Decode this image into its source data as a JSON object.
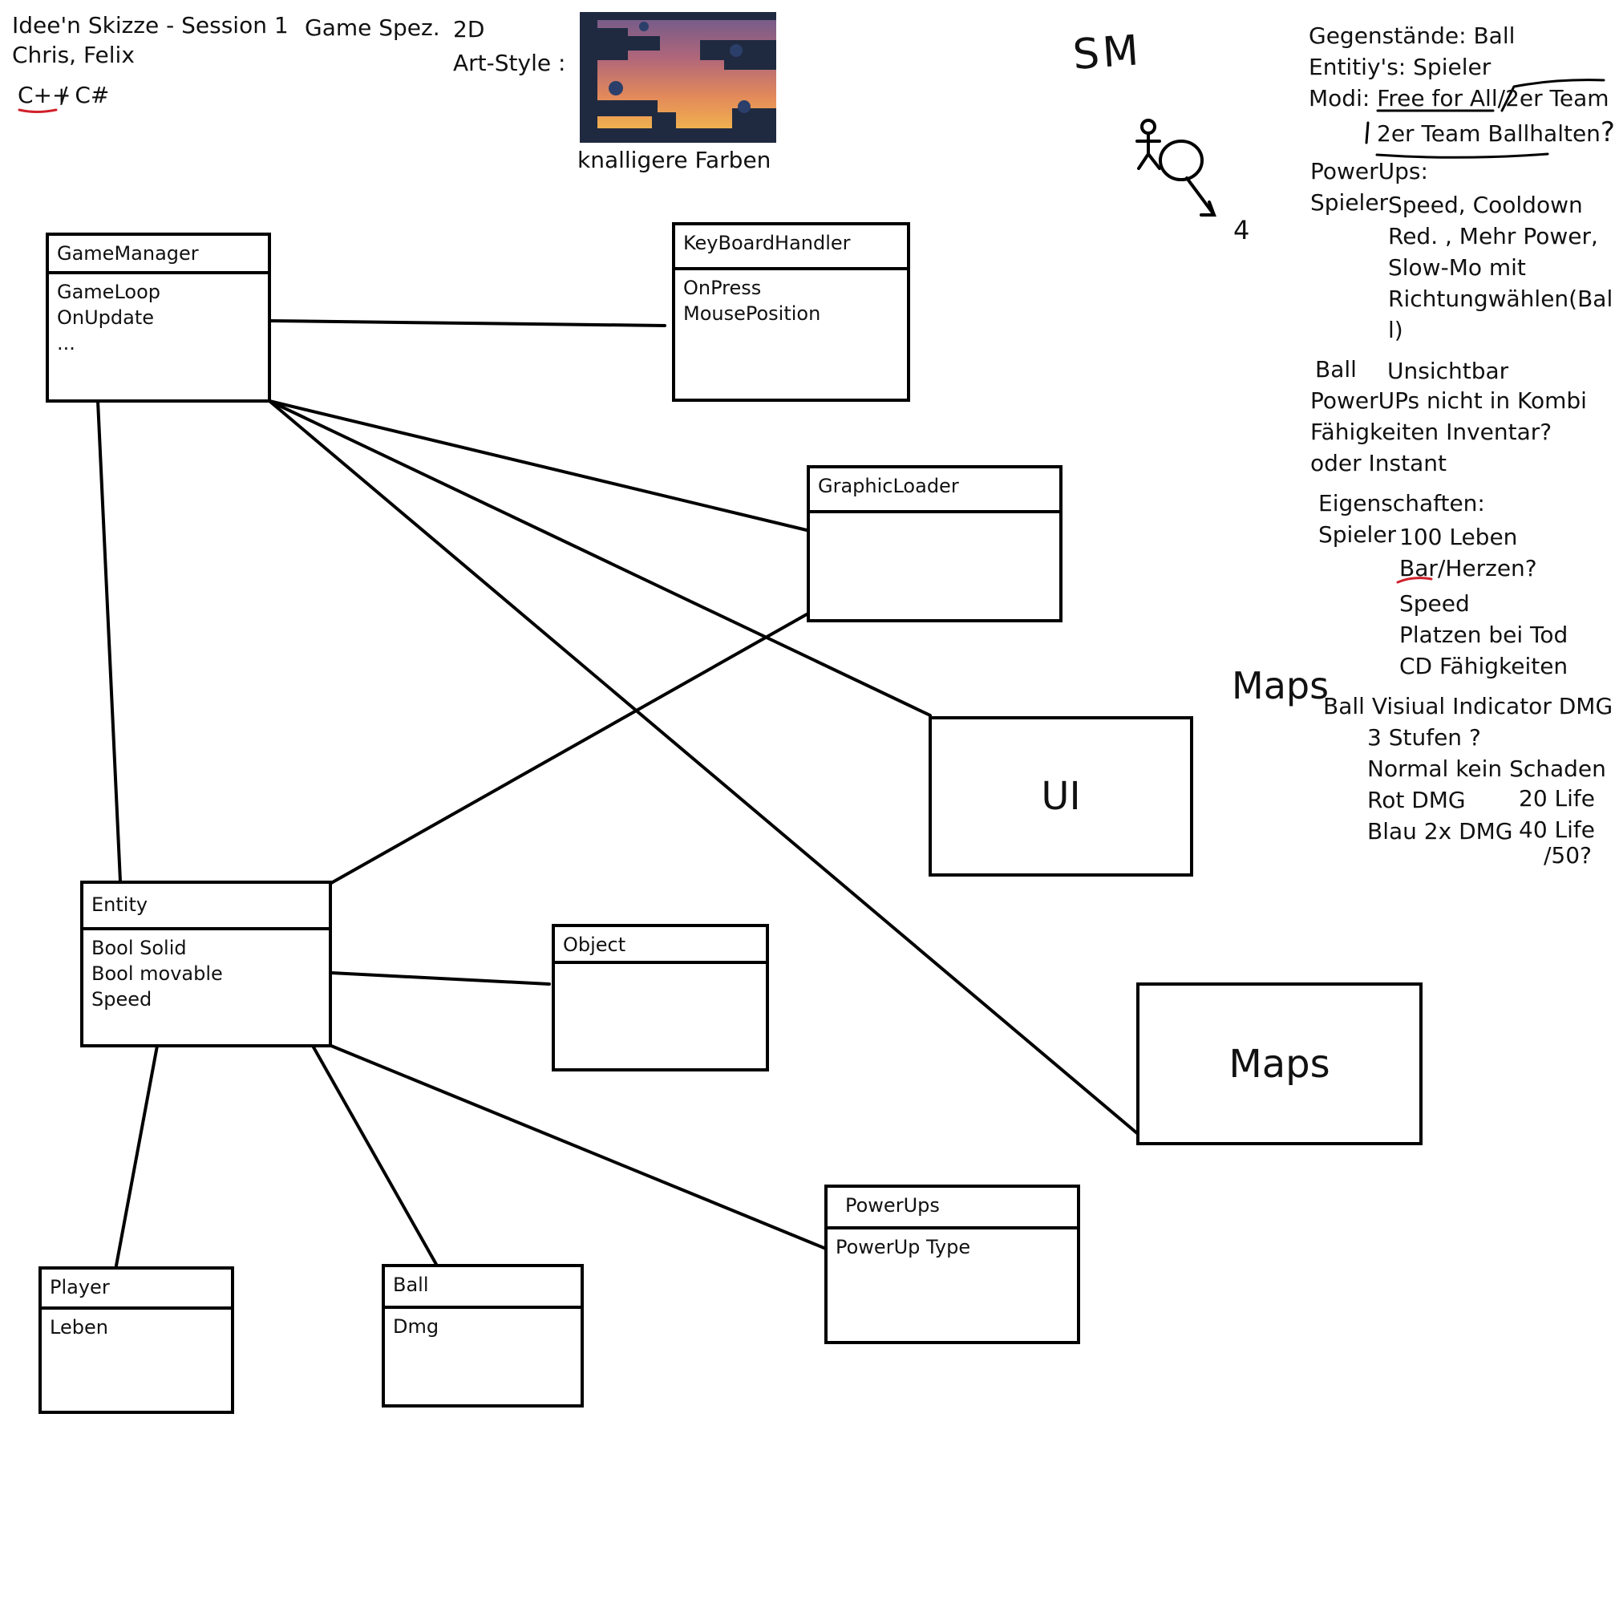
{
  "header": {
    "title": "Idee'n Skizze - Session 1",
    "authors": "Chris, Felix",
    "languages_cpp": "C++",
    "languages_rest": " / C#",
    "game_spec_label": "Game Spez.",
    "dimension": "2D",
    "art_style_label": "Art-Style :",
    "art_style_caption": "knalligere Farben"
  },
  "sketch": {
    "sm_label": "SM",
    "number_label": "4"
  },
  "notes": {
    "gegenstaende": "Gegenstände: Ball",
    "entities": "Entitiy's: Spieler",
    "modi_prefix": "Modi: ",
    "modi_ffa": "Free for All",
    "modi_team": "2er Team",
    "modi_ballhalten": "2er Team Ballhalten",
    "modi_question": "?",
    "powerups_title": "PowerUps:",
    "spieler_label": "Spieler",
    "spieler_powerups": [
      "Speed, Cooldown",
      "Red. , Mehr Power,",
      "Slow-Mo mit",
      "Richtungwählen(Bal",
      "l)"
    ],
    "ball_label": "Ball",
    "ball_powerup": "Unsichtbar",
    "kombi": "PowerUPs nicht in Kombi",
    "inventar": "Fähigkeiten Inventar?",
    "instant": "oder Instant",
    "eigenschaften_title": "Eigenschaften:",
    "eig_spieler_label": "Spieler",
    "eig_leben": "100 Leben",
    "eig_bar": "Bar",
    "eig_herzen": "/Herzen?",
    "eig_speed": "Speed",
    "eig_platzen": "Platzen bei Tod",
    "eig_cd": "CD Fähigkeiten",
    "maps_label": "Maps",
    "ball_indicator": "Ball Visiual Indicator DMG",
    "stufen": "3 Stufen ?",
    "normal": "Normal kein Schaden",
    "rot": "Rot DMG",
    "rot_life": "20 Life",
    "blau": "Blau 2x DMG",
    "blau_life": "40 Life",
    "blau_life2": "/50?"
  },
  "classes": {
    "gamemanager": {
      "name": "GameManager",
      "members": [
        "GameLoop",
        "OnUpdate",
        "..."
      ]
    },
    "keyboard": {
      "name": "KeyBoardHandler",
      "members": [
        "OnPress",
        "MousePosition"
      ]
    },
    "graphic": {
      "name": "GraphicLoader",
      "members": []
    },
    "ui": {
      "name": "UI"
    },
    "maps": {
      "name": "Maps"
    },
    "entity": {
      "name": "Entity",
      "members": [
        "Bool  Solid",
        "Bool movable",
        "Speed"
      ]
    },
    "object": {
      "name": "Object",
      "members": []
    },
    "player": {
      "name": "Player",
      "members": [
        "Leben"
      ]
    },
    "ball": {
      "name": "Ball",
      "members": [
        "Dmg"
      ]
    },
    "powerups": {
      "name": "PowerUps",
      "members": [
        "PowerUp Type"
      ]
    }
  },
  "colors": {
    "ink": "#000000",
    "underline": "#d0202a"
  }
}
